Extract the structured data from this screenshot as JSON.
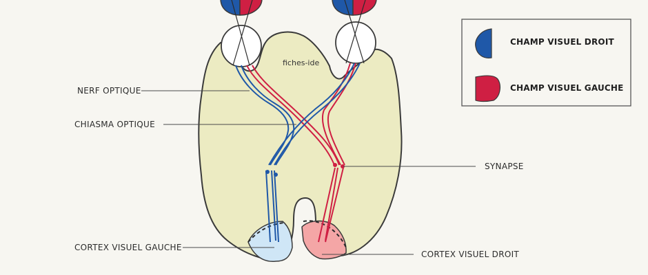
{
  "colors": {
    "background": "#f7f6f1",
    "brain": "#ecebc2",
    "right_field_blue": "#1f58a8",
    "left_field_red": "#cf1f43",
    "cortex_left": "#cfe6f6",
    "cortex_right": "#f4a6a6",
    "outline": "#3a3a3a"
  },
  "watermark": "fiches-ide",
  "labels": {
    "nerf_optique": "NERF OPTIQUE",
    "chiasma_optique": "CHIASMA OPTIQUE",
    "synapse": "SYNAPSE",
    "cortex_visuel_gauche": "CORTEX VISUEL GAUCHE",
    "cortex_visuel_droit": "CORTEX VISUEL DROIT"
  },
  "legend": {
    "items": [
      {
        "label": "CHAMP VISUEL DROIT",
        "color": "#1f58a8"
      },
      {
        "label": "CHAMP VISUEL GAUCHE",
        "color": "#cf1f43"
      }
    ]
  }
}
